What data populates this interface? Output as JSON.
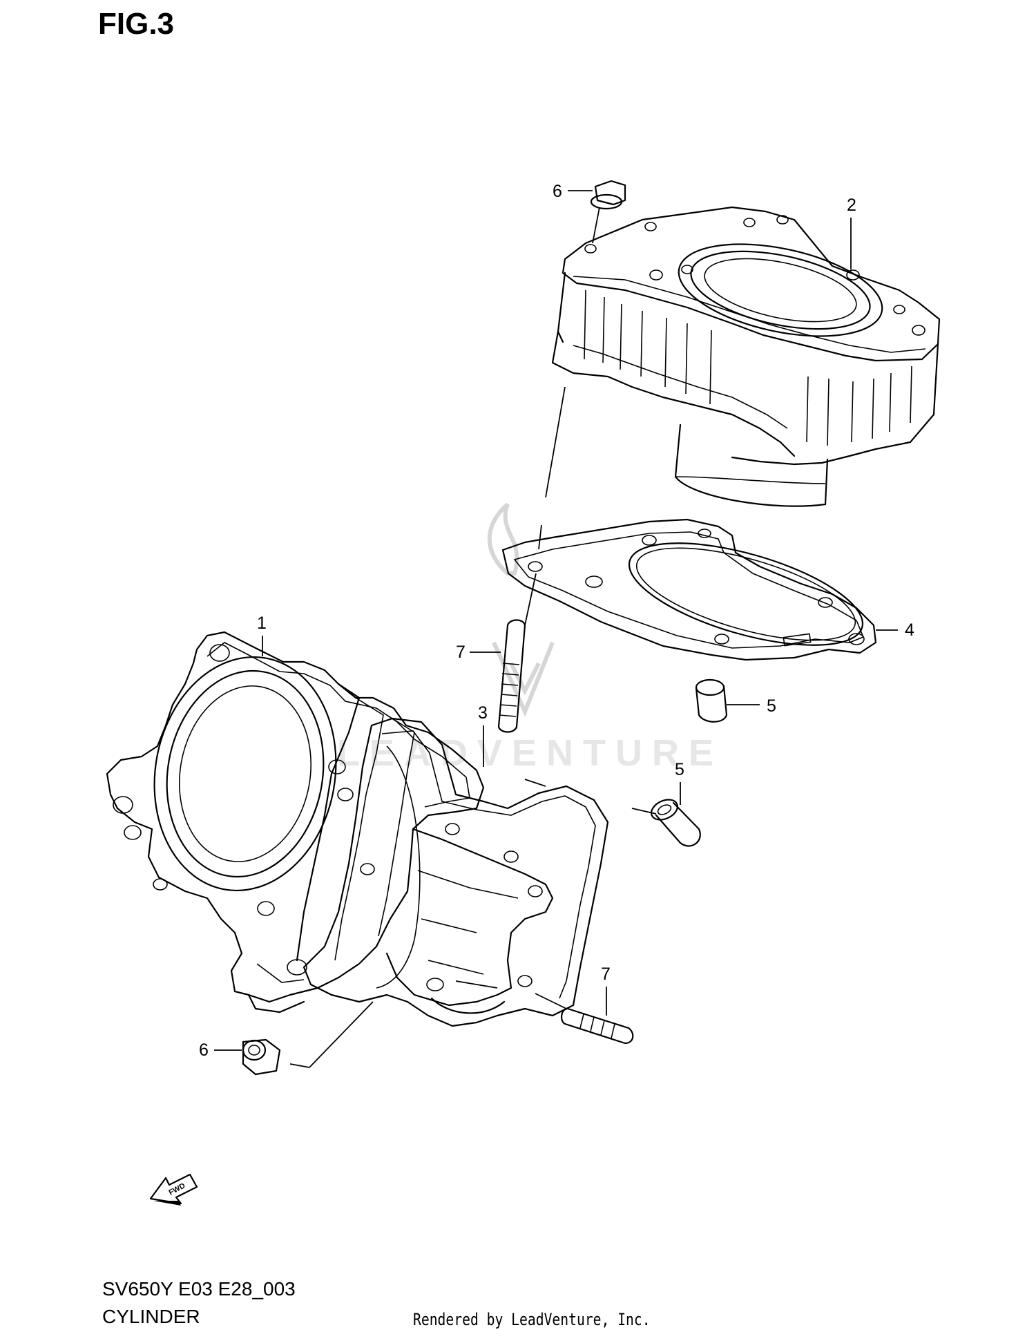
{
  "figure": {
    "title": "FIG.3"
  },
  "footer": {
    "model": "SV650Y E03 E28_003",
    "section": "CYLINDER",
    "credit": "Rendered by LeadVenture, Inc."
  },
  "watermark": {
    "text": "LEADVENTURE"
  },
  "fwd_arrow": {
    "label": "FWD"
  },
  "callouts": {
    "c1": "1",
    "c2": "2",
    "c3": "3",
    "c4": "4",
    "c5a": "5",
    "c5b": "5",
    "c6a": "6",
    "c6b": "6",
    "c7a": "7",
    "c7b": "7"
  }
}
